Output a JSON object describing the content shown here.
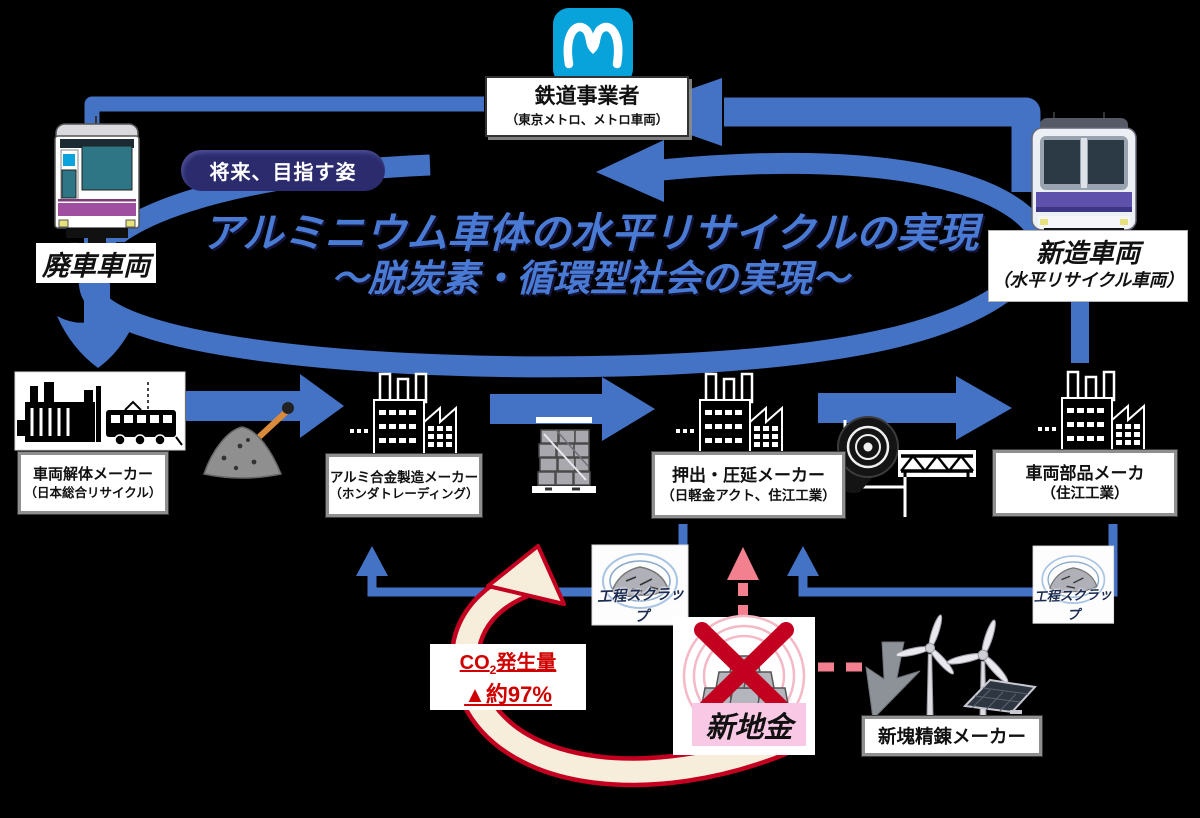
{
  "colors": {
    "arrow_blue": "#4472c4",
    "metro_blue": "#0aa3dc",
    "badge_navy": "#2b2b6e",
    "headline_blue": "#4a7bd4",
    "alert_red": "#c40020",
    "co2_red": "#d00000",
    "dashed_pink": "#f3808e",
    "ingot_label_pink": "#f8c8e4",
    "cream_arrow": "#f6eedb"
  },
  "icons": {
    "metro_logo": "tokyo-metro-logo",
    "old_train": "retired-train-icon",
    "new_train": "new-train-icon",
    "dismantling": "dismantling-plant-icon",
    "factory": "factory-icon",
    "scrap_pile": "scrap-pile-icon",
    "ingot_stack": "ingot-stack-icon",
    "coil": "aluminum-coil-icon",
    "truss": "extrusion-truss-icon",
    "process_scrap": "process-scrap-icon",
    "no_new_ingot": "red-x-icon",
    "wind_turbine": "wind-turbine-icon",
    "solar_panel": "solar-panel-icon"
  },
  "operator": {
    "title": "鉄道事業者",
    "subtitle": "（東京メトロ、メトロ車両）"
  },
  "badge": {
    "label": "将来、目指す姿"
  },
  "headline": {
    "line1": "アルミニウム車体の水平リサイクルの実現",
    "line2": "～脱炭素・循環型社会の実現～"
  },
  "scrapped_train": {
    "label": "廃車車両"
  },
  "new_train": {
    "title": "新造車両",
    "subtitle": "（水平リサイクル車両）"
  },
  "process": [
    {
      "name": "車両解体メーカー",
      "company": "（日本総合リサイクル）"
    },
    {
      "name": "アルミ合金製造メーカー",
      "company": "（ホンダトレーディング）"
    },
    {
      "name": "押出・圧延メーカー",
      "company": "（日軽金アクト、住江工業）"
    },
    {
      "name": "車両部品メーカ",
      "company": "（住江工業）"
    }
  ],
  "scrap_loop": {
    "left_label": "工程スクラップ",
    "right_label": "工程スクラップ"
  },
  "co2": {
    "prefix": "CO",
    "sub": "2",
    "suffix": "発生量",
    "line2": "▲約97%"
  },
  "new_ingot": {
    "label": "新地金"
  },
  "refinery": {
    "label": "新塊精錬メーカー"
  }
}
